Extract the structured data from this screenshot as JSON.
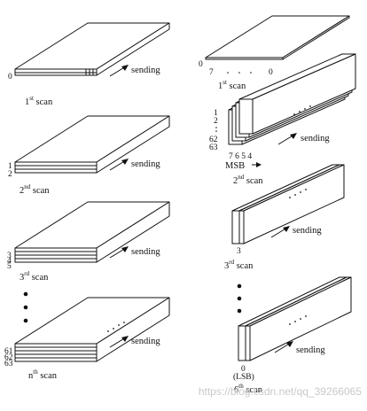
{
  "sequential": {
    "scan1": {
      "rows": [
        "0"
      ],
      "label_base": "1",
      "label_sup": "st",
      "label_tail": " scan",
      "arrow": "sending"
    },
    "scan2": {
      "rows": [
        "1",
        "2"
      ],
      "label_base": "2",
      "label_sup": "nd",
      "label_tail": " scan",
      "arrow": "sending"
    },
    "scan3": {
      "rows": [
        "3",
        "4",
        "5"
      ],
      "label_base": "3",
      "label_sup": "rd",
      "label_tail": " scan",
      "arrow": "sending"
    },
    "scann": {
      "rows": [
        "61",
        "62",
        "63"
      ],
      "label_base": "n",
      "label_sup": "th",
      "label_tail": " scan",
      "arrow": "sending"
    }
  },
  "spectral": {
    "scan1": {
      "left": "0",
      "left2": "7",
      "right": "0",
      "label_base": "1",
      "label_sup": "st",
      "label_tail": " scan"
    },
    "scan2": {
      "rows": [
        "1",
        "2",
        "62",
        "63"
      ],
      "cols": "7 6 5 4",
      "msb": "MSB",
      "label_base": "2",
      "label_sup": "nd",
      "label_tail": " scan",
      "arrow": "sending"
    },
    "scan3": {
      "bit": "3",
      "label_base": "3",
      "label_sup": "rd",
      "label_tail": " scan",
      "arrow": "sending"
    },
    "scan6": {
      "bit": "0",
      "lsb": "(LSB)",
      "label_base": "6",
      "label_sup": "th",
      "label_tail": " scan",
      "arrow": "sending"
    }
  },
  "watermark": "https://blog.csdn.net/qq_39266065"
}
